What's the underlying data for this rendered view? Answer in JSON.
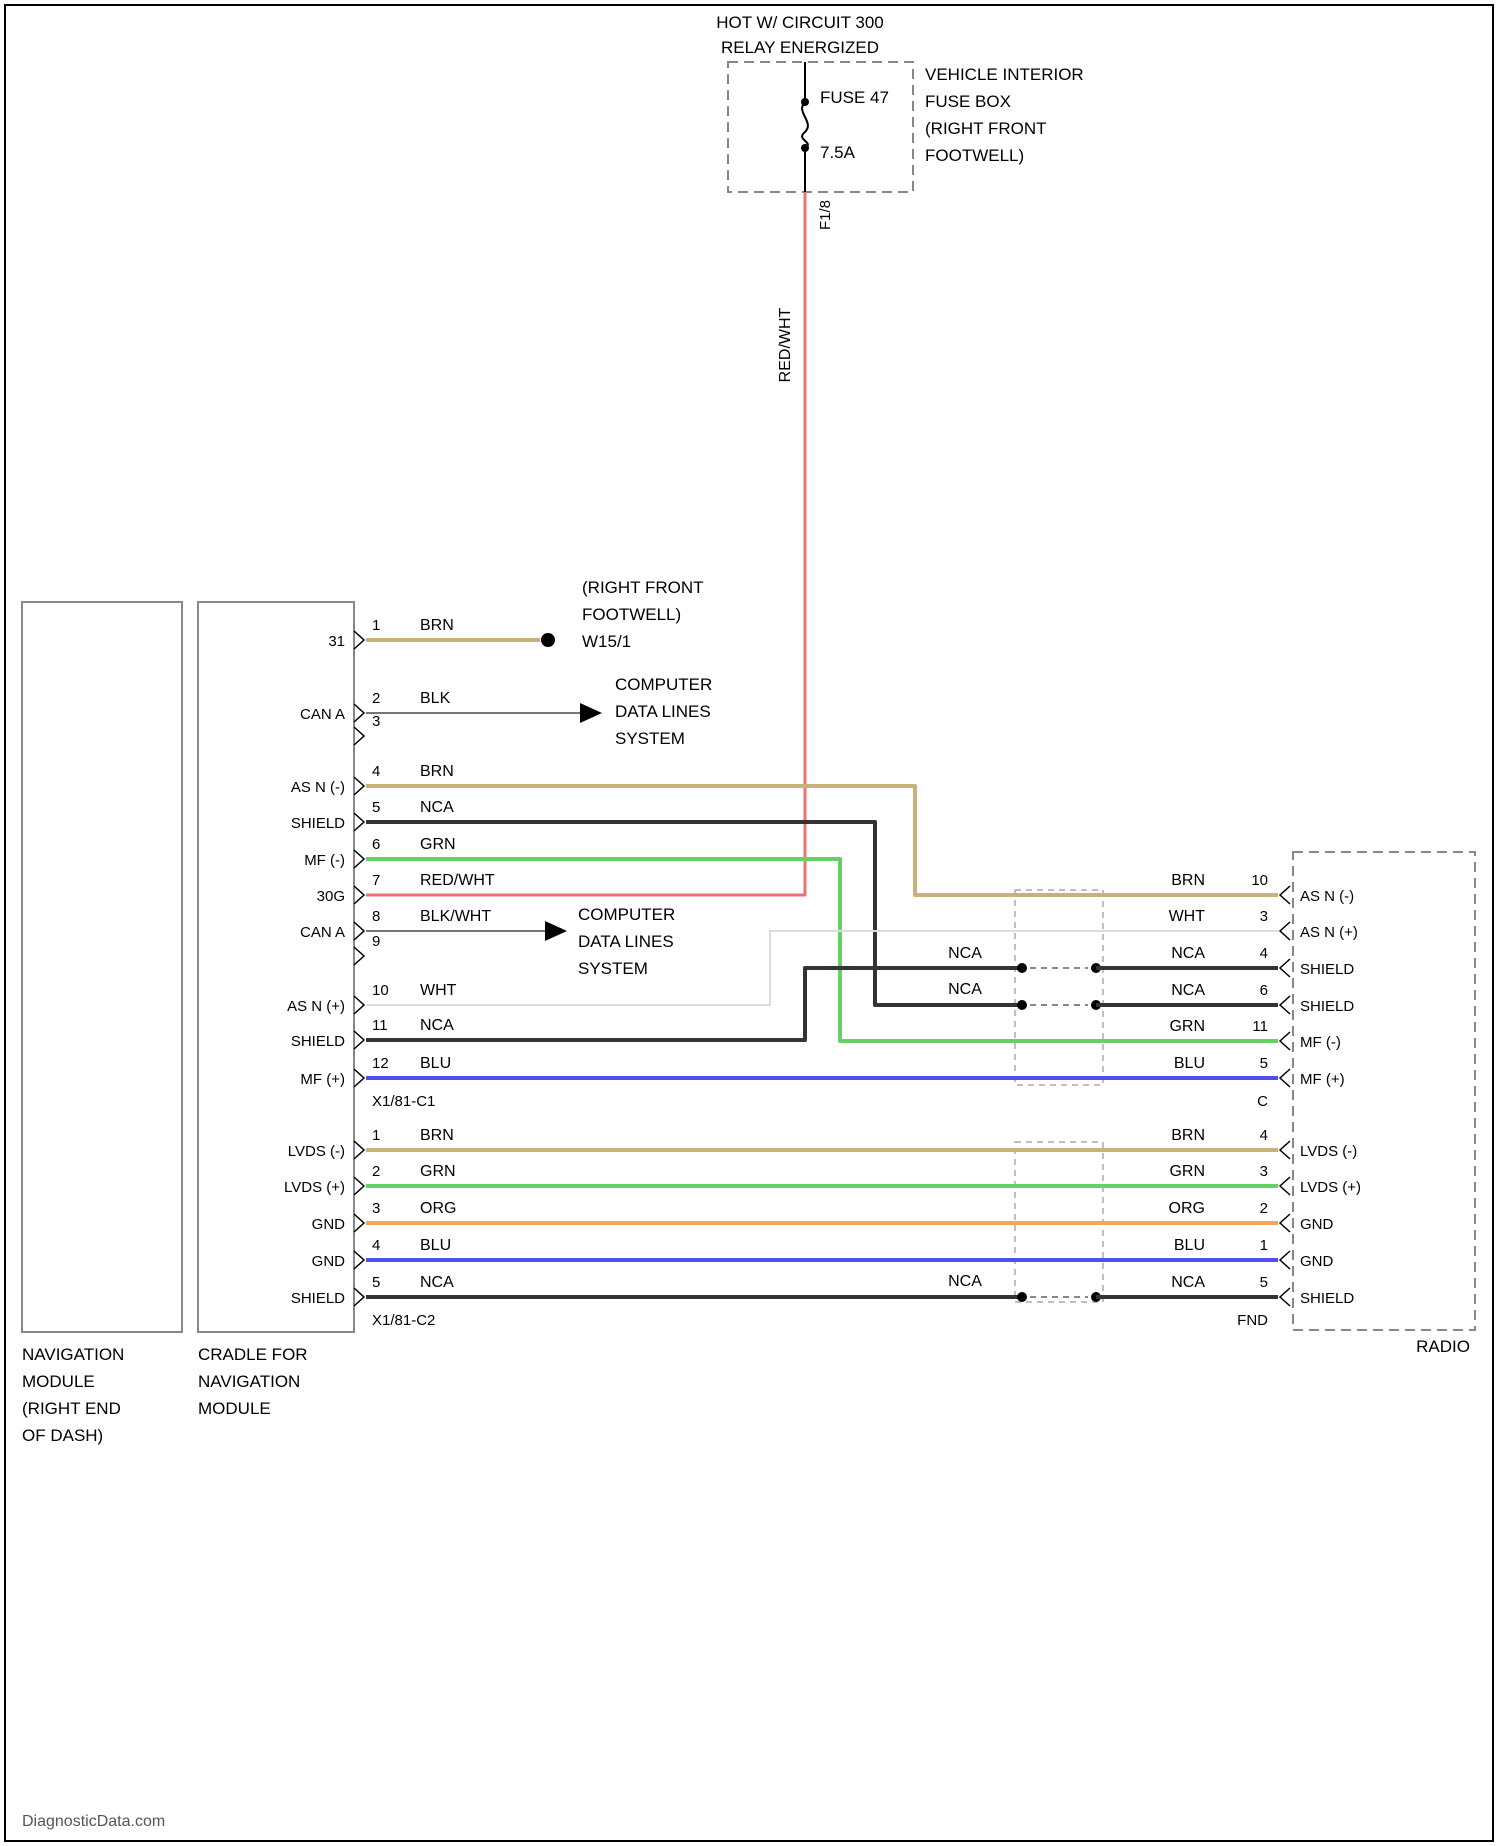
{
  "title": "",
  "power": {
    "header": [
      "HOT W/ CIRCUIT 300",
      "RELAY ENERGIZED"
    ],
    "fuse_label": "FUSE 47",
    "fuse_rating": "7.5A",
    "fuse_box_label": [
      "VEHICLE INTERIOR",
      "FUSE BOX",
      "(RIGHT FRONT",
      "FOOTWELL)"
    ],
    "connector": "F1/8",
    "wire_color": "RED/WHT"
  },
  "modules": {
    "navigation": [
      "NAVIGATION",
      "MODULE",
      "(RIGHT END",
      "OF DASH)"
    ],
    "cradle": [
      "CRADLE FOR",
      "NAVIGATION",
      "MODULE"
    ],
    "radio": "RADIO"
  },
  "ground": {
    "label": [
      "(RIGHT FRONT",
      "FOOTWELL)",
      "W15/1"
    ],
    "terminal": "31"
  },
  "destinations": {
    "computer_data_1": [
      "COMPUTER",
      "DATA LINES",
      "SYSTEM"
    ],
    "computer_data_2": [
      "COMPUTER",
      "DATA LINES",
      "SYSTEM"
    ]
  },
  "connector_c1": {
    "name": "X1/81-C1",
    "pins": [
      {
        "pin": "1",
        "signal": "31",
        "wire": "BRN"
      },
      {
        "pin": "2",
        "signal": "CAN A",
        "wire": "BLK"
      },
      {
        "pin": "3",
        "signal": "",
        "wire": ""
      },
      {
        "pin": "4",
        "signal": "AS N (-)",
        "wire": "BRN"
      },
      {
        "pin": "5",
        "signal": "SHIELD",
        "wire": "NCA"
      },
      {
        "pin": "6",
        "signal": "MF (-)",
        "wire": "GRN"
      },
      {
        "pin": "7",
        "signal": "30G",
        "wire": "RED/WHT"
      },
      {
        "pin": "8",
        "signal": "CAN A",
        "wire": "BLK/WHT"
      },
      {
        "pin": "9",
        "signal": "",
        "wire": ""
      },
      {
        "pin": "10",
        "signal": "AS N (+)",
        "wire": "WHT"
      },
      {
        "pin": "11",
        "signal": "SHIELD",
        "wire": "NCA"
      },
      {
        "pin": "12",
        "signal": "MF (+)",
        "wire": "BLU"
      }
    ]
  },
  "connector_c2": {
    "name": "X1/81-C2",
    "pins": [
      {
        "pin": "1",
        "signal": "LVDS (-)",
        "wire": "BRN"
      },
      {
        "pin": "2",
        "signal": "LVDS (+)",
        "wire": "GRN"
      },
      {
        "pin": "3",
        "signal": "GND",
        "wire": "ORG"
      },
      {
        "pin": "4",
        "signal": "GND",
        "wire": "BLU"
      },
      {
        "pin": "5",
        "signal": "SHIELD",
        "wire": "NCA"
      }
    ]
  },
  "radio_c": {
    "name": "C",
    "pins": [
      {
        "pin": "10",
        "signal": "AS N (-)",
        "wire": "BRN"
      },
      {
        "pin": "3",
        "signal": "AS N (+)",
        "wire": "WHT"
      },
      {
        "pin": "4",
        "signal": "SHIELD",
        "wire": "NCA"
      },
      {
        "pin": "6",
        "signal": "SHIELD",
        "wire": "NCA"
      },
      {
        "pin": "11",
        "signal": "MF (-)",
        "wire": "GRN"
      },
      {
        "pin": "5",
        "signal": "MF (+)",
        "wire": "BLU"
      }
    ]
  },
  "radio_fnd": {
    "name": "FND",
    "pins": [
      {
        "pin": "4",
        "signal": "LVDS (-)",
        "wire": "BRN"
      },
      {
        "pin": "3",
        "signal": "LVDS (+)",
        "wire": "GRN"
      },
      {
        "pin": "2",
        "signal": "GND",
        "wire": "ORG"
      },
      {
        "pin": "1",
        "signal": "GND",
        "wire": "BLU"
      },
      {
        "pin": "5",
        "signal": "SHIELD",
        "wire": "NCA"
      }
    ]
  },
  "splice_labels": {
    "shield_a": "NCA",
    "shield_b": "NCA",
    "shield_c": "NCA"
  },
  "watermark": "DiagnosticData.com",
  "colors": {
    "BRN": "#c8b27a",
    "BLK": "#333333",
    "NCA": "#333333",
    "GRN": "#66d066",
    "RED": "#ee7070",
    "BLU": "#5050ee",
    "ORG": "#f2a65a",
    "WHT": "#dddddd"
  }
}
